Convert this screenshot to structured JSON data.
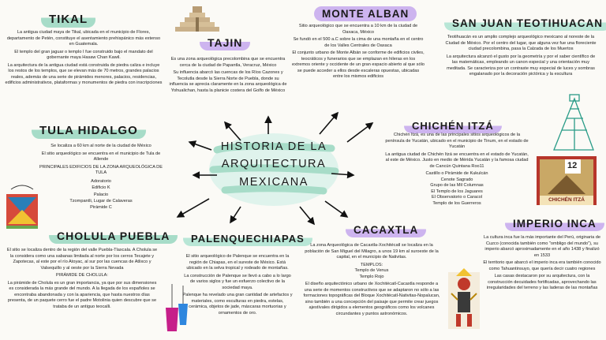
{
  "center": {
    "lines": [
      "HISTORIA DE LA",
      "ARQUITECTURA",
      "MEXICANA"
    ]
  },
  "sections": {
    "tikal": {
      "title": "TIKAL",
      "paras": [
        "La antigua ciudad maya de Tikal, ubicada en el municipio de Flores, departamento de Petén, constituye el asentamiento prehispánico más extenso en Guatemala.",
        "El templo del gran jaguar o templo I fue construido bajo el mandato del gobernante maya Hasaw Chan Kawil.",
        "La arquitectura de la antigua ciudad está construida de piedra caliza e incluye los restos de los templos, que se elevan más de 70 metros, grandes palacios reales, además de una serie de pirámides menores, palacios, residencias, edificios administrativos, plataformas y monumentos de piedra con inscripciones"
      ]
    },
    "tajin": {
      "title": "TAJIN",
      "paras": [
        "Es una zona arqueológica precolombina que se encuentra cerca de la ciudad de Papantla, Veracruz, México",
        "Su influencia abarcó las cuencas de los Ríos Cazones y Tecolutla desde la Sierra Norte de Puebla, donde su influencia se aprecia claramente en la zona arqueológica de Yohualichan, hasta la planicie costera del Golfo de México"
      ]
    },
    "montealban": {
      "title": "MONTE ALBAN",
      "paras": [
        "Sitio arqueológico que se encuentra a 10 km de la ciudad de Oaxaca, México",
        "Se fundó en el 500 a.C sobre la cima de una montaña en el centro de los Valles Centrales de Oaxaca",
        "El conjunto urbano de Monte Albán se conforme de edificios civiles, teocráticos y funerarios que se emplazan en hileras en los extremos oriente y occidente de un gran espacio abierto al que sólo se puede acceder a ellos desde escaleras opuestas, ubicadas entre los mismos edificios"
      ]
    },
    "teotihuacan": {
      "title": "SAN JUAN TEOTIHUACAN",
      "paras": [
        "Teotihuacán es un amplio complejo arqueológico mexicano al noreste de la Ciudad de México. Por el centro del lugar, que alguna vez fue una floreciente ciudad precolombina, pasa la Calzada de los Muertos",
        "La arquitectura alcanzó el gusto por la geometría y por el saber científico de las matemáticas, empleando un canon especial y una orientación muy meditada. Se caracteriza por un contraste muy especial de luces y sombras engalanado por la decoración pictórica y la escultura"
      ]
    },
    "tula": {
      "title": "TULA HIDALGO",
      "paras": [
        "Se localiza a 60 km al norte de la ciudad de México",
        "El sitio arqueológico se encuentra en el municipio de Tula de Allende",
        "PRINCIPALES EDIFICIOS DE LA ZONA ARQUEOLÓGICA DE TULA"
      ],
      "items": [
        "Adoratorio",
        "Edificio K",
        "Palacio",
        "Tzompantli, Lugar de Calaveras",
        "Pirámide C"
      ]
    },
    "chichen": {
      "title": "CHICHÉN ITZÁ",
      "paras": [
        "Chichén Itzá, es una de las principales sitios arqueológicos de la península de Yucatán, ubicado en el municipio de Tinum, en el estado de Yucatán",
        "La antigua ciudad de Chichén Itzá se encuentra en el estado de Yucatán, al este de México. Justo en medio de Mérida Yucatán y la famosa ciudad de Cancún Quintana Roo11"
      ],
      "items": [
        "Castillo o Pirámide de Kukulcán",
        "Cenote Sagrado",
        "Grupo de las Mil Columnas",
        "El Templo de los Jaguares",
        "El Observatorio o Caracol",
        "Templo de los Guerreros"
      ],
      "card_number": "12",
      "card_label": "CHICHÉN ITZÁ"
    },
    "cholula": {
      "title": "CHOLULA PUEBLA",
      "paras": [
        "El sitio se localiza dentro de la región del valle Puebla-Tlaxcala. A Cholula se la considera como una sabanas limitada al norte por los cerros Tecajete y Zapotecas, al este por el río Atoyac, al sur por las cuencas de Atlixco y Valsequillo y al oeste por la Sierra Nevada",
        "PIRÁMIDE DE CHOLULA:",
        "La pirámide de Cholula es un gran importancia, ya que por sus dimensiones es considerada la más grande del mundo. A la llegada de los españoles se encontraba abandonada y con la apariencia, que hasta nuestros días presenta, de un paquete cerro fue el padre Motolinia quien descubre que se trataba de un antiguo teocalli."
      ]
    },
    "palenque": {
      "title": "PALENQUECHIAPAS",
      "paras": [
        "El sitio arqueológico de Palenque se encuentra en la región de Chiapas, en el sureste de México. Está ubicado en la selva tropical y rodeado de montañas.",
        "La construcción de Palenque se llevó a cabo a lo largo de varios siglos y fue un esfuerzo colectivo de la sociedad maya.",
        "Palenque ha revelado una gran cantidad de artefactos y materiales, como esculturas en piedra, estelas, cerámica, objetos de jade, máscaras mortuorias y ornamentos de oro."
      ]
    },
    "cacaxtla": {
      "title": "CACAXTLA",
      "paras": [
        "La zona Arqueológica de Cacaxtla-Xochitécatl se localiza en la población de San Miguel del Milagro, a unos 19 km al suroeste de la capital, en el municipio de Nativitas.",
        "TEMPLOS:",
        "Templo de Venus",
        "Templo Rojo",
        "El diseño arquitectónico urbano de Xochitécatl-Cacaxtla responde a una serie de momentos constructivos que se adaptaron no sólo a las formaciones topográficas del Bloque Xochitécatl-Nativitas-Nopalucan, sino también a una concepción del paisaje que permite crear juegos ajestívales dirigidos a elementos geográficos como los volcanes circundantes y puntos astronómicos."
      ]
    },
    "inca": {
      "title": "IMPERIO INCA",
      "paras": [
        "La cultura inca fue la más importante del Perú, originaria de Cuzco (conocida también como \"ombligo del mundo\"), su imperio abarcó aproximadamente en el año 1438 y finalizó en 1533",
        "El territorio que abarcó el imperio inca era también conocido como Tahuantinsuyo, que quería decir cuatro regiones",
        "Las casas destacaron por su arquitectura, con la construcción decuidades fortificadas, aprovechando las irregularidades del terreno y las laderas de las montañas"
      ]
    }
  },
  "colors": {
    "green": "#a7dcc8",
    "purple": "#cdb4ef",
    "mint": "#b8e6d6",
    "arrow": "#111111"
  }
}
